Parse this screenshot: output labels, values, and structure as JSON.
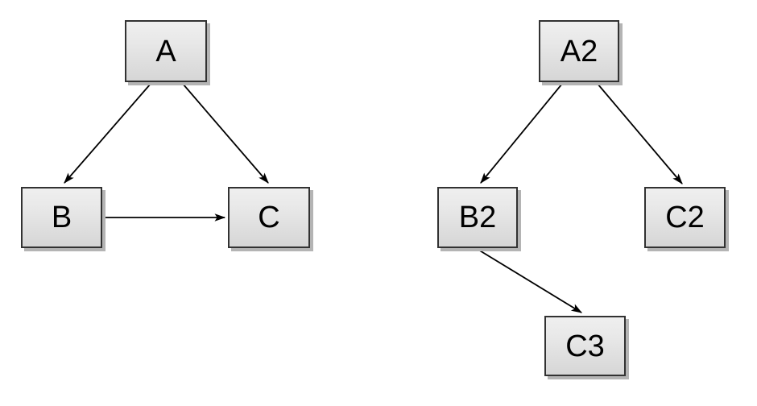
{
  "diagram": {
    "background": "#ffffff",
    "node_style": {
      "fill_top": "#efefef",
      "fill_bottom": "#d6d6d6",
      "border_color": "#323232",
      "shadow_color": "#b4b4b4",
      "label_color": "#000000"
    },
    "edge_color": "#000000",
    "graphs": [
      {
        "id": "left-graph",
        "nodes": [
          {
            "id": "A",
            "label": "A"
          },
          {
            "id": "B",
            "label": "B"
          },
          {
            "id": "C",
            "label": "C"
          }
        ],
        "edges": [
          {
            "from": "A",
            "to": "B"
          },
          {
            "from": "A",
            "to": "C"
          },
          {
            "from": "B",
            "to": "C"
          }
        ]
      },
      {
        "id": "right-graph",
        "nodes": [
          {
            "id": "A2",
            "label": "A2"
          },
          {
            "id": "B2",
            "label": "B2"
          },
          {
            "id": "C2",
            "label": "C2"
          },
          {
            "id": "C3",
            "label": "C3"
          }
        ],
        "edges": [
          {
            "from": "A2",
            "to": "B2"
          },
          {
            "from": "A2",
            "to": "C2"
          },
          {
            "from": "B2",
            "to": "C3"
          }
        ]
      }
    ]
  }
}
